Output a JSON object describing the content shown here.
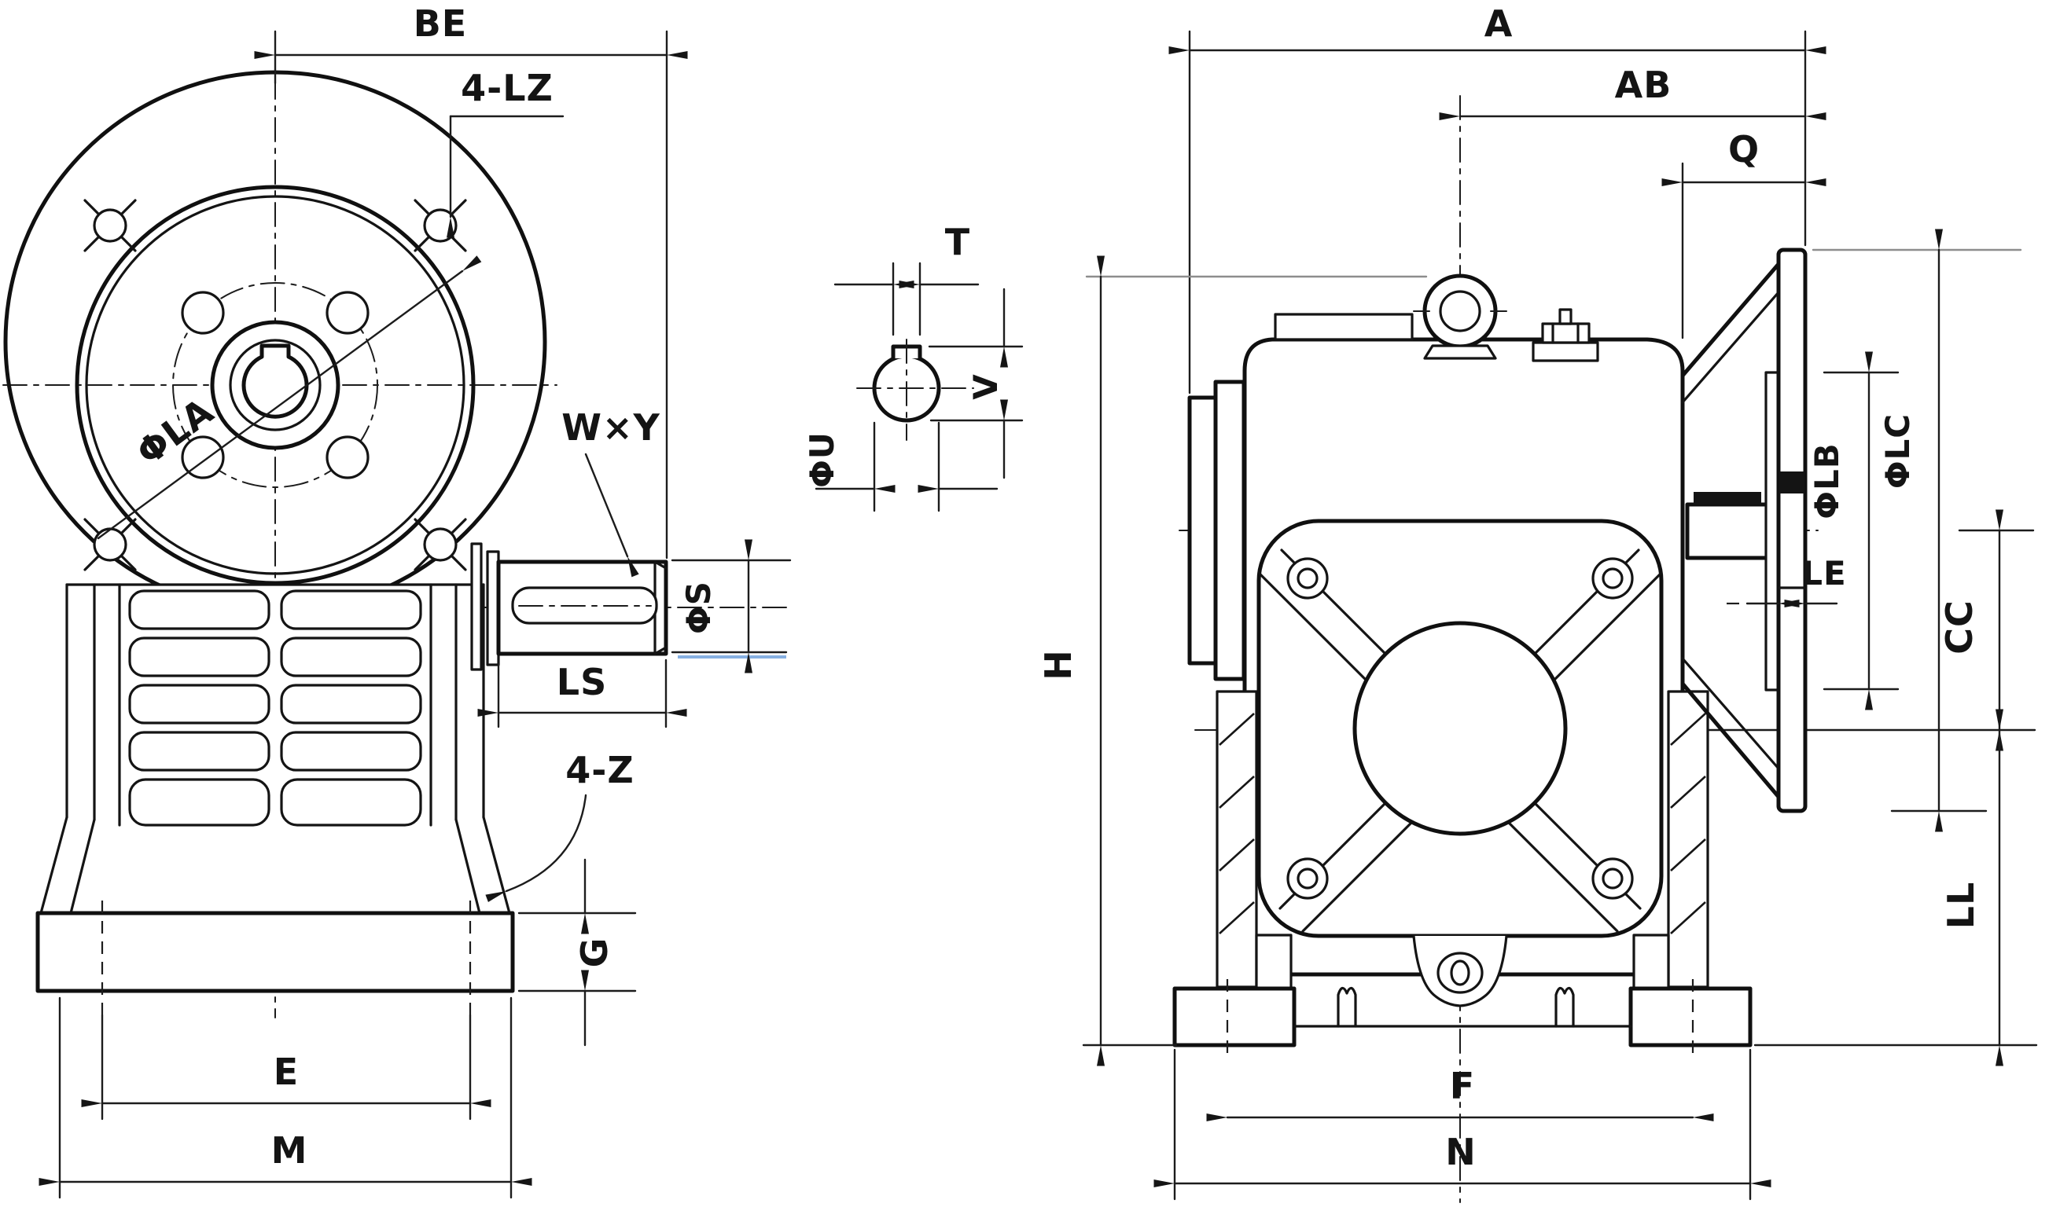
{
  "meta": {
    "description": "Outline dimension drawing of a worm gear speed reducer: front view, worm shaft section detail, and side view with dimension letter labels",
    "colors": {
      "ink": "#101010",
      "dim_line": "#1c1c1c",
      "faint_line": "#8d8d8d",
      "paper": "#ffffff",
      "scan_artifact_blue": "#5f96d8"
    }
  },
  "front_view": {
    "name": "front-view",
    "labels": {
      "BE": "BE",
      "LZ": "4-LZ",
      "LA": "ΦLA",
      "WxY": "W×Y",
      "S": "ΦS",
      "LS": "LS",
      "Z": "4-Z",
      "G": "G",
      "E": "E",
      "M": "M"
    }
  },
  "shaft_detail": {
    "name": "worm-shaft-section-detail",
    "labels": {
      "T": "T",
      "V": "V",
      "U": "ΦU"
    }
  },
  "side_view": {
    "name": "side-view",
    "labels": {
      "A": "A",
      "AB": "AB",
      "Q": "Q",
      "H": "H",
      "LB": "ΦLB",
      "LC": "ΦLC",
      "LE": "LE",
      "CC": "CC",
      "LL": "LL",
      "F": "F",
      "N": "N"
    }
  }
}
